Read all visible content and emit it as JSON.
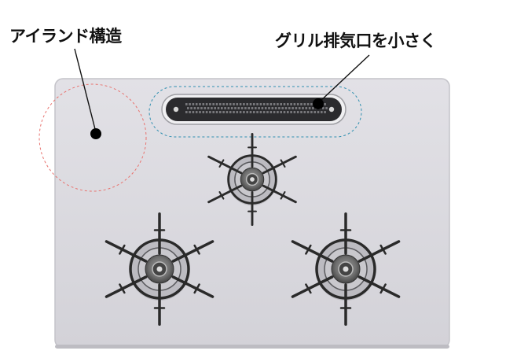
{
  "labels": {
    "island_structure": "アイランド構造",
    "grill_exhaust": "グリル排気口を小さく"
  },
  "colors": {
    "cooktop_top": "#d9d8dd",
    "cooktop_edge": "#c4c3c9",
    "callout_circle": "#e8726e",
    "callout_dashed_oval": "#2f8fb0",
    "grate": "#2a2a2a",
    "marker_dot": "#000000"
  },
  "icons": [
    "front-left-burner",
    "front-right-burner",
    "rear-center-burner",
    "grill-exhaust-vent"
  ]
}
